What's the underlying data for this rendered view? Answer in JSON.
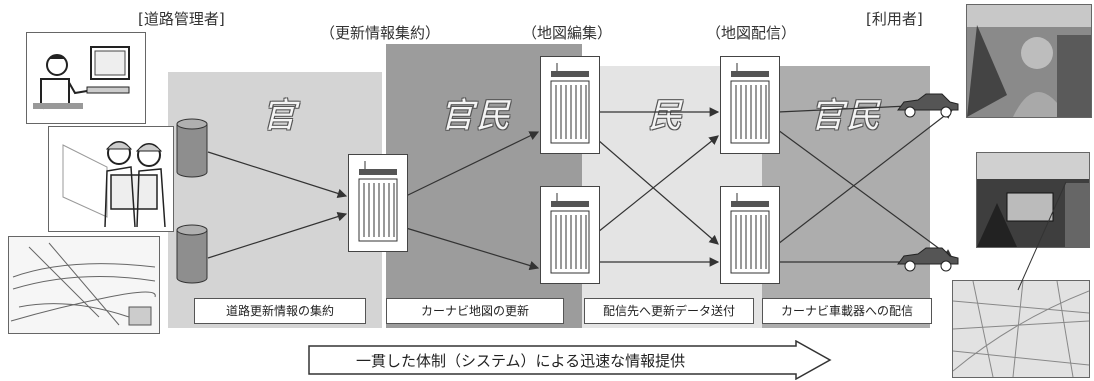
{
  "headers": {
    "road_admin": "[道路管理者]",
    "update_collect": "（更新情報集約）",
    "map_edit": "（地図編集）",
    "map_delivery": "（地図配信）",
    "users": "[利用者]"
  },
  "zones": {
    "gov": "官",
    "gov_private_1": "官民",
    "private": "民",
    "gov_private_2": "官民"
  },
  "captions": {
    "c1": "道路更新情報の集約",
    "c2": "カーナビ地図の更新",
    "c3": "配信先へ更新データ送付",
    "c4": "カーナビ車載器への配信"
  },
  "banner": "一貫した体制（システム）による迅速な情報提供",
  "colors": {
    "zone_gov": "#d4d4d4",
    "zone_gov_private": "#9c9c9c",
    "zone_private": "#e4e4e4",
    "zone_gov_private_2": "#adadad"
  }
}
